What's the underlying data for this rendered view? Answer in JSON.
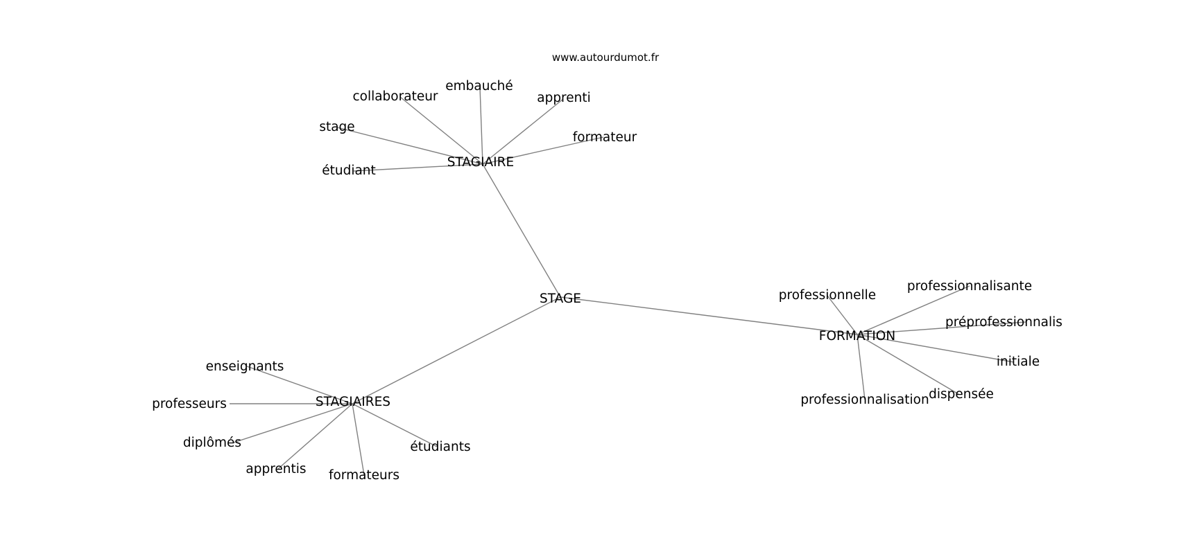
{
  "source": "www.autourdumot.fr",
  "edge_color": "#808080",
  "text_color": "#000000",
  "background_color": "#ffffff",
  "center": "STAGE",
  "hubs": [
    {
      "label": "STAGIAIRE",
      "words": [
        "collaborateur",
        "embauché",
        "apprenti",
        "stage",
        "formateur",
        "étudiant"
      ]
    },
    {
      "label": "STAGIAIRES",
      "words": [
        "enseignants",
        "professeurs",
        "diplômés",
        "apprentis",
        "formateurs",
        "étudiants"
      ]
    },
    {
      "label": "FORMATION",
      "words": [
        "professionnelle",
        "professionnalisante",
        "préprofessionnalis",
        "initiale",
        "dispensée",
        "professionnalisation"
      ]
    }
  ]
}
